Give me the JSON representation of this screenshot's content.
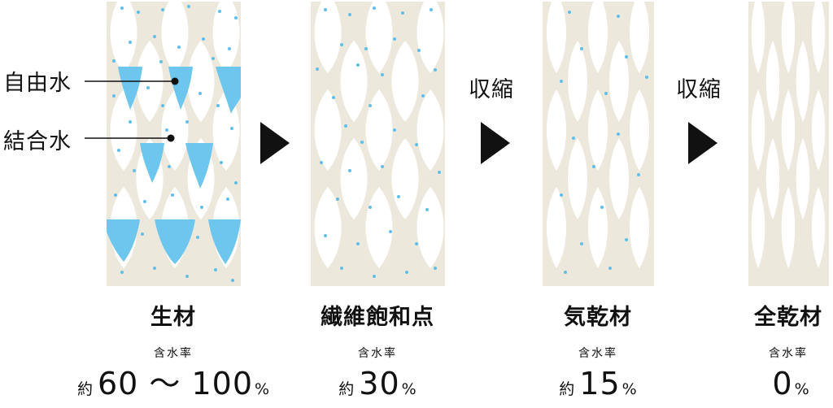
{
  "callouts": {
    "free_water": "自由水",
    "bound_water": "結合水"
  },
  "transitions": [
    "収縮",
    "収縮"
  ],
  "moisture_label": "含水率",
  "stages": [
    {
      "name": "生材",
      "prefix": "約",
      "value": "60 ～ 100",
      "unit": "%"
    },
    {
      "name": "繊維飽和点",
      "prefix": "約",
      "value": "30",
      "unit": "%"
    },
    {
      "name": "気乾材",
      "prefix": "約",
      "value": "15",
      "unit": "%"
    },
    {
      "name": "全乾材",
      "prefix": "",
      "value": "0",
      "unit": "%"
    }
  ],
  "colors": {
    "wood": "#ece8dc",
    "water": "#6cc6ee",
    "dot": "#5fbfe8",
    "text": "#111111"
  }
}
